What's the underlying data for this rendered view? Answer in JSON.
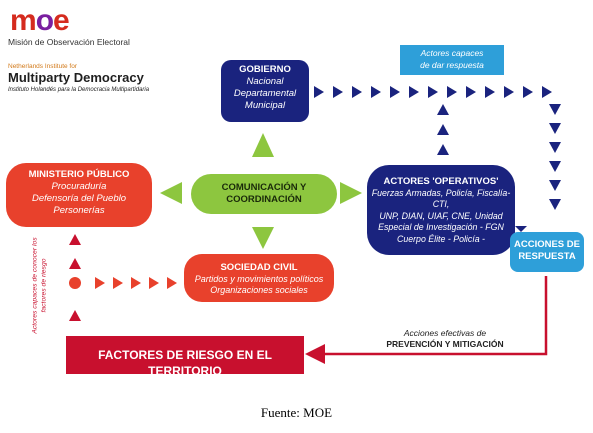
{
  "logo": {
    "moe_pre": "m",
    "moe_accent": "o",
    "moe_post": "e",
    "moe_subtitle": "Misión de Observación Electoral",
    "ni_small": "Netherlands Institute for",
    "ni_big": "Multiparty Democracy",
    "ni_institute": "Instituto Holandés para la Democracia Multipartidaria"
  },
  "nodes": {
    "gobierno": {
      "title": "GOBIERNO",
      "lines": [
        "Nacional",
        "Departamental",
        "Municipal"
      ]
    },
    "comunicacion": {
      "lines": [
        "COMUNICACIÓN Y",
        "COORDINACIÓN"
      ]
    },
    "ministerio": {
      "title": "MINISTERIO PÚBLICO",
      "lines": [
        "Procuraduría",
        "Defensoría del Pueblo",
        "Personerías"
      ]
    },
    "operativos": {
      "title": "ACTORES 'OPERATIVOS'",
      "lines": [
        "Fuerzas Armadas, Policía, Fiscalía-CTI,",
        "UNP, DIAN, UIAF, CNE, Unidad",
        "Especial de Investigación - FGN",
        "Cuerpo Élite - Policía -"
      ]
    },
    "sociedad": {
      "title": "SOCIEDAD CIVIL",
      "lines": [
        "Partidos y movimientos políticos",
        "Organizaciones sociales"
      ]
    },
    "acciones": {
      "lines": [
        "ACCIONES DE",
        "RESPUESTA"
      ]
    },
    "factores": {
      "title": "FACTORES DE RIESGO EN EL TERRITORIO"
    }
  },
  "labels": {
    "actores_capaces": [
      "Actores capaces",
      "de dar respuesta"
    ],
    "actores_conocer": [
      "Actores capaces de conocer los",
      "factores de riesgo"
    ],
    "acciones_efectivas": "Acciones efectivas de",
    "prevencion": "PREVENCIÓN Y MITIGACIÓN"
  },
  "caption": "Fuente: MOE",
  "colors": {
    "navy": "#1a237e",
    "red": "#e8412c",
    "green": "#8dc63f",
    "blue": "#2e9fd9",
    "darkred": "#c8102e",
    "label_bg": "#2e9fd9"
  }
}
